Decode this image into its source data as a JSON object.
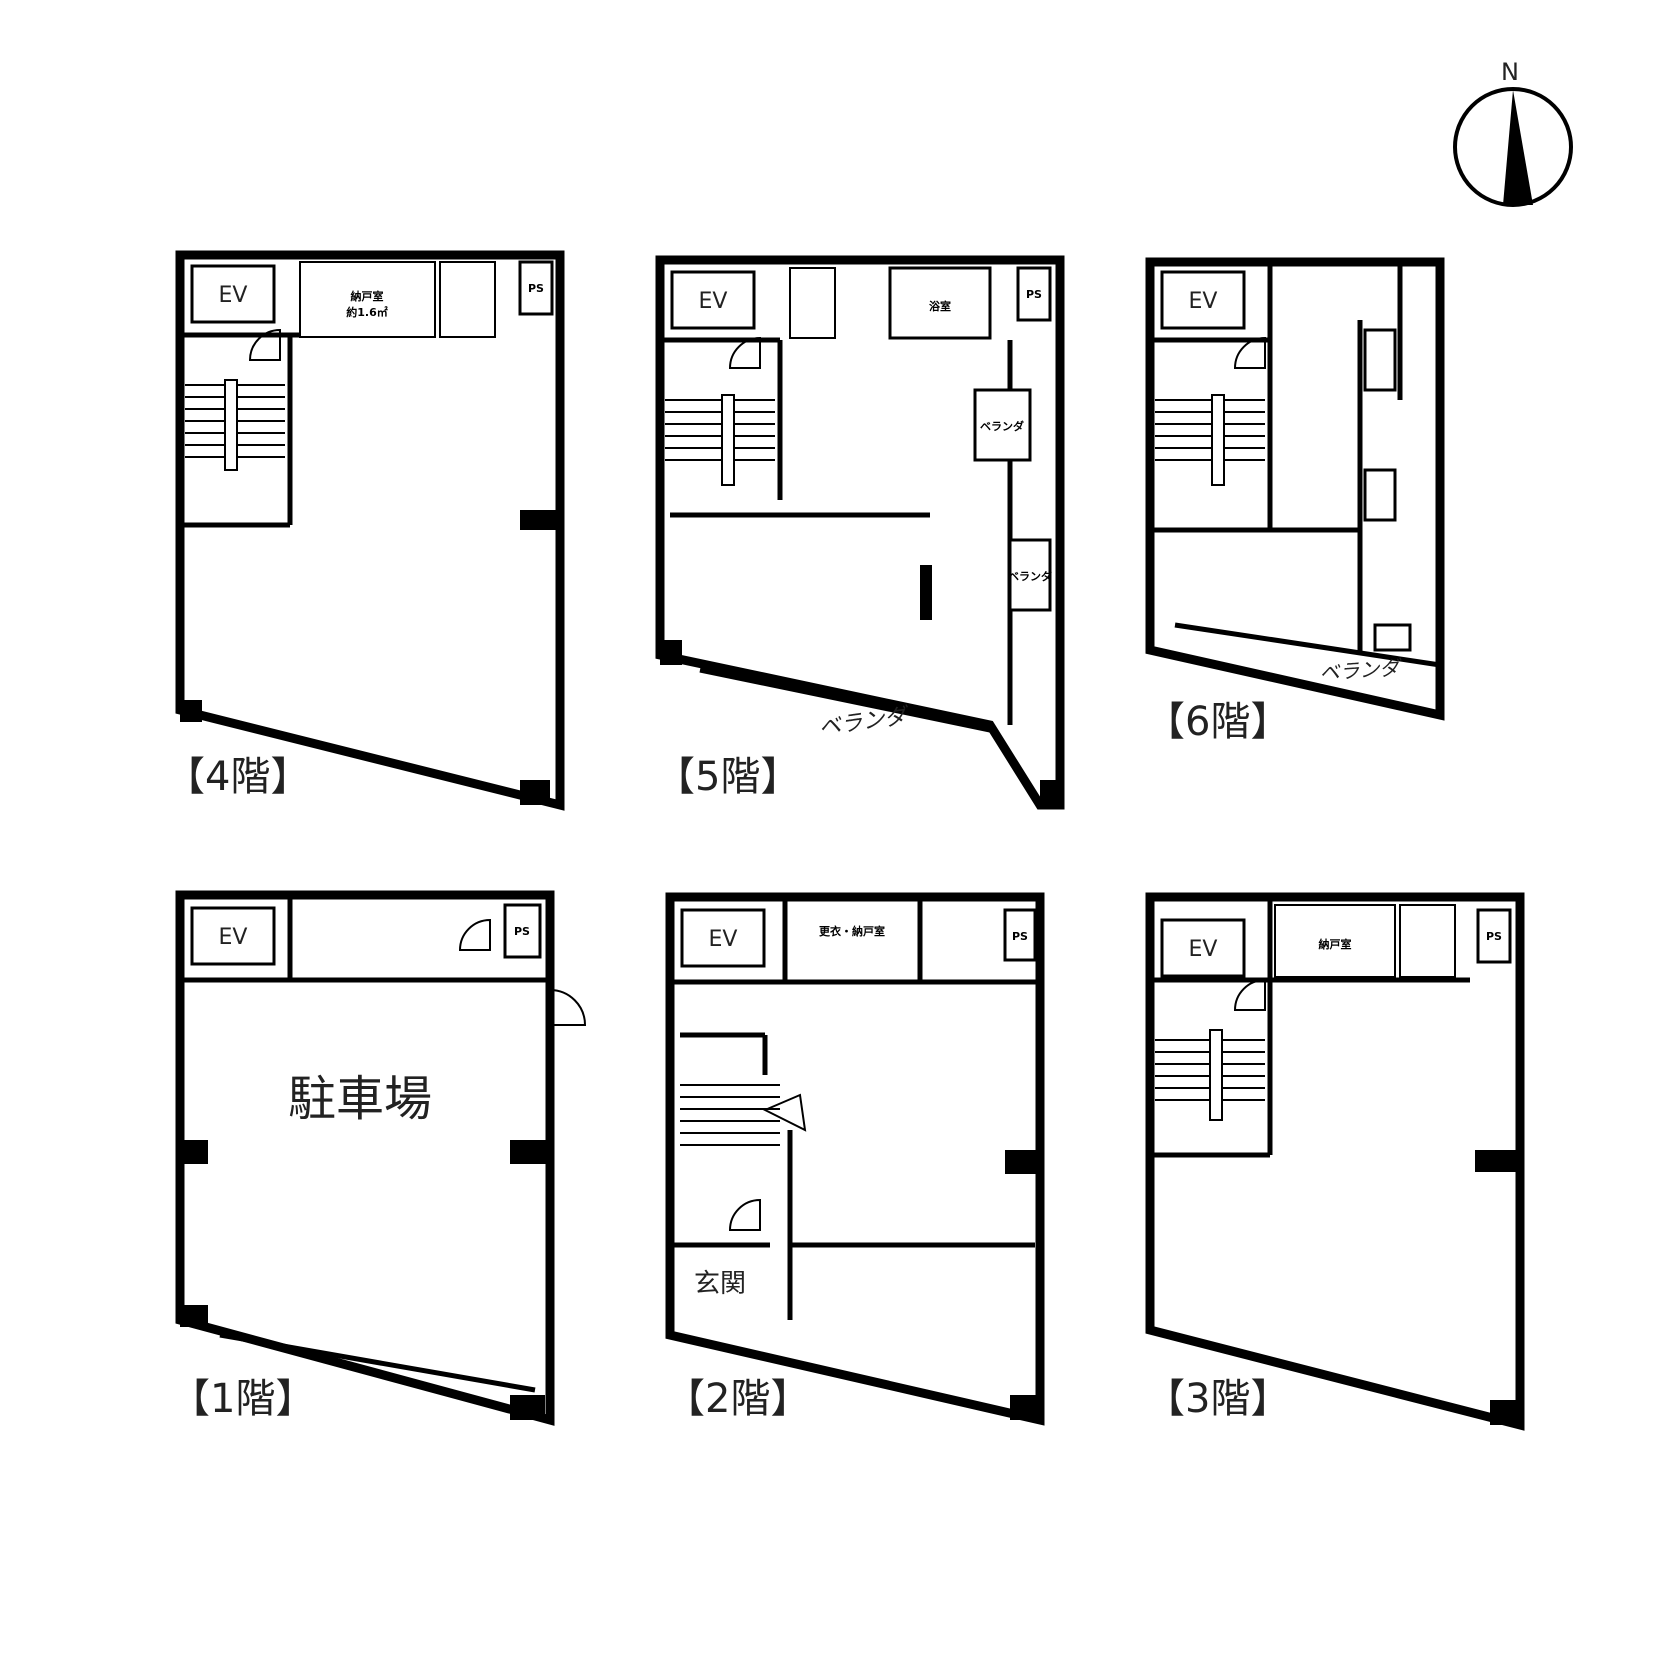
{
  "compass": {
    "north_label": "N"
  },
  "floors": {
    "f4": {
      "label": "【4階】",
      "ev": "EV",
      "room": "納戸室\n約1.6㎡",
      "ps": "PS"
    },
    "f5": {
      "label": "【5階】",
      "ev": "EV",
      "bath": "浴室",
      "balcony": "ベランダ",
      "ps": "PS"
    },
    "f6": {
      "label": "【6階】",
      "ev": "EV",
      "balcony": "ベランダ"
    },
    "f1": {
      "label": "【1階】",
      "ev": "EV",
      "parking": "駐車場",
      "ps": "PS"
    },
    "f2": {
      "label": "【2階】",
      "ev": "EV",
      "room": "更衣・納戸室",
      "entrance": "玄関",
      "ps": "PS"
    },
    "f3": {
      "label": "【3階】",
      "ev": "EV",
      "room": "納戸室",
      "ps": "PS"
    }
  }
}
